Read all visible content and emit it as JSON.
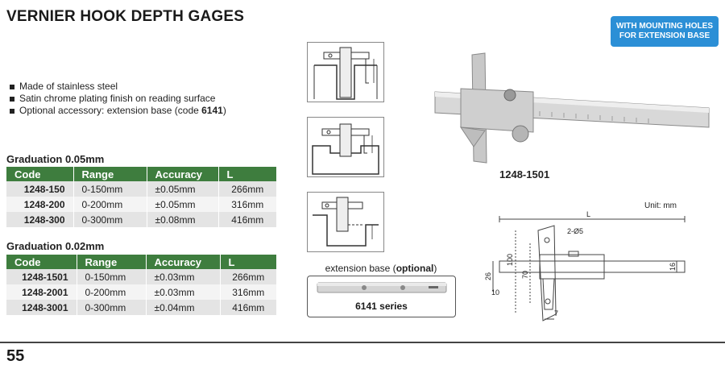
{
  "title": "VERNIER HOOK DEPTH GAGES",
  "badge": {
    "line1": "WITH MOUNTING HOLES",
    "line2": "FOR EXTENSION BASE"
  },
  "features": [
    {
      "text": "Made of stainless steel"
    },
    {
      "text": "Satin chrome plating finish on reading surface"
    },
    {
      "text_before": "Optional accessory: extension base (code ",
      "code": "6141",
      "text_after": ")"
    }
  ],
  "tables": [
    {
      "title": "Graduation 0.05mm",
      "headers": [
        "Code",
        "Range",
        "Accuracy",
        "L"
      ],
      "rows": [
        [
          "1248-150",
          "0-150mm",
          "±0.05mm",
          "266mm"
        ],
        [
          "1248-200",
          "0-200mm",
          "±0.05mm",
          "316mm"
        ],
        [
          "1248-300",
          "0-300mm",
          "±0.08mm",
          "416mm"
        ]
      ]
    },
    {
      "title": "Graduation 0.02mm",
      "headers": [
        "Code",
        "Range",
        "Accuracy",
        "L"
      ],
      "rows": [
        [
          "1248-1501",
          "0-150mm",
          "±0.03mm",
          "266mm"
        ],
        [
          "1248-2001",
          "0-200mm",
          "±0.03mm",
          "316mm"
        ],
        [
          "1248-3001",
          "0-300mm",
          "±0.04mm",
          "416mm"
        ]
      ]
    }
  ],
  "extension": {
    "label_before": "extension base (",
    "label_bold": "optional",
    "label_after": ")",
    "series": "6141 series"
  },
  "photo_caption": "1248-1501",
  "drawing": {
    "unit": "Unit: mm",
    "dims": {
      "L": "L",
      "hole": "2-Ø5",
      "d100": "100",
      "d70": "70",
      "d26": "26",
      "d10": "10",
      "d16": "16",
      "d7": "7"
    }
  },
  "page_number": "55",
  "colors": {
    "header_green": "#3e7d3e",
    "badge_blue": "#2b8fd6"
  }
}
